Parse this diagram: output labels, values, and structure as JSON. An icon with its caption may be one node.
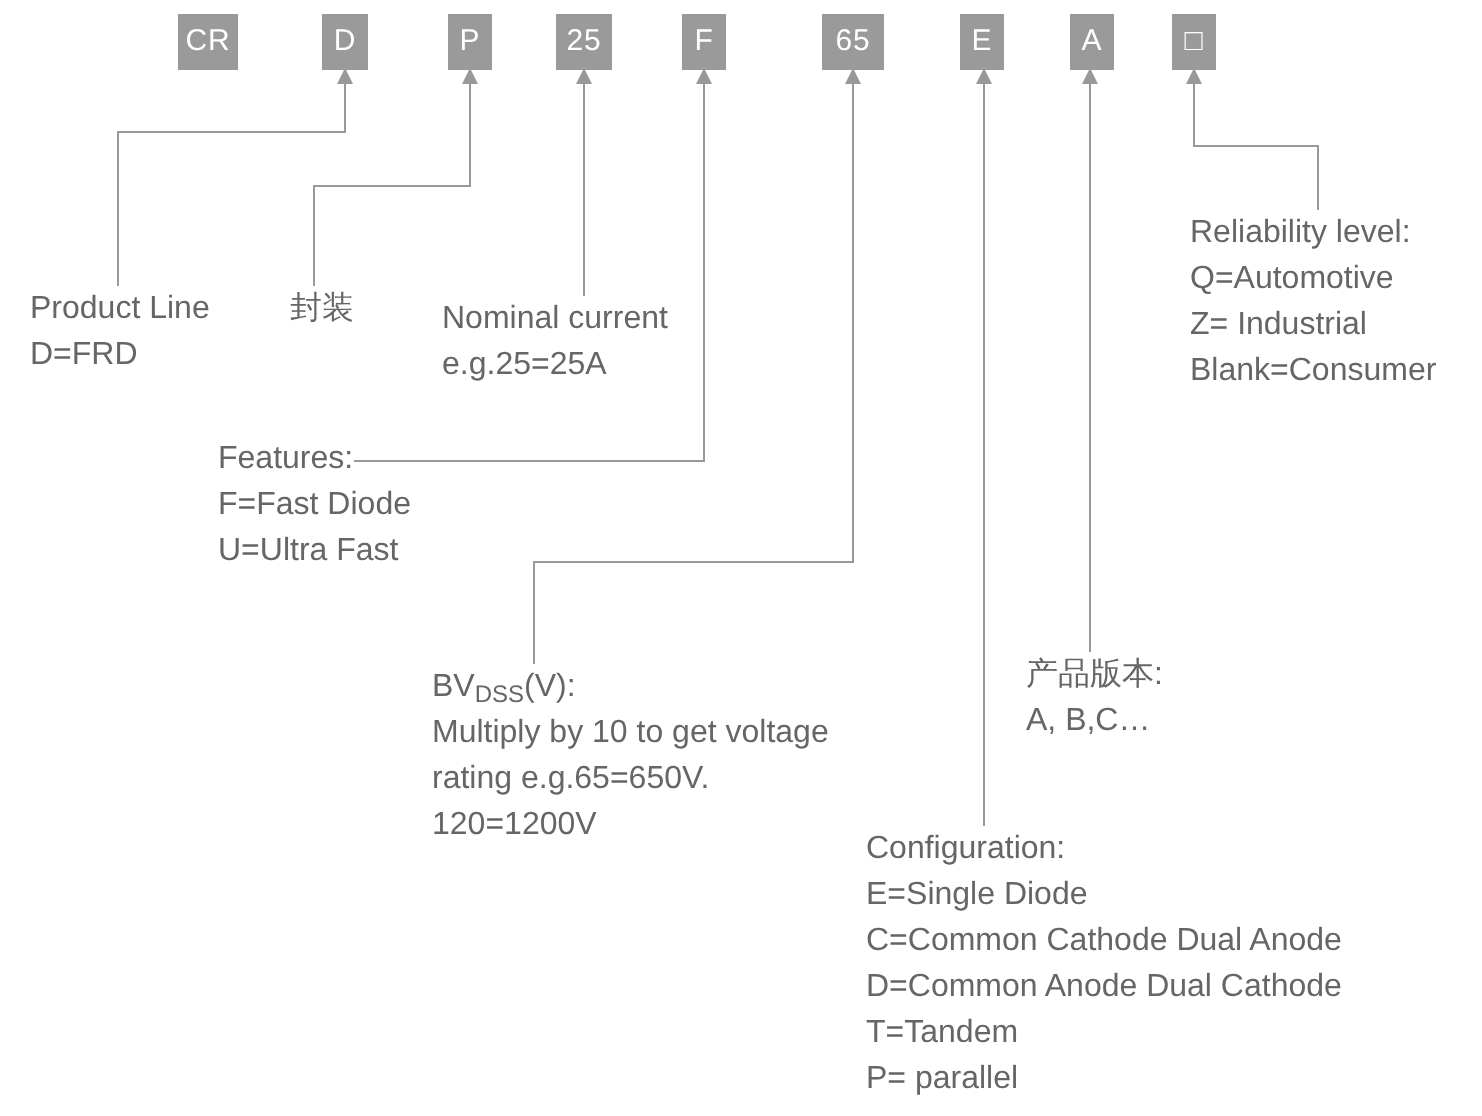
{
  "diagram": {
    "nodes": [
      {
        "text": [
          "CR"
        ]
      },
      {
        "text": [
          "D"
        ]
      },
      {
        "text": [
          "P"
        ]
      },
      {
        "text": [
          "25"
        ]
      },
      {
        "text": [
          "F"
        ]
      },
      {
        "text": [
          "65"
        ]
      },
      {
        "text": [
          "E"
        ]
      },
      {
        "text": [
          "A"
        ]
      },
      {
        "text": [
          "□"
        ]
      },
      {
        "text": [
          "Product Line",
          "D=FRD"
        ]
      },
      {
        "text": [
          "封装"
        ]
      },
      {
        "text": [
          "Nominal current",
          "e.g.25=25A"
        ]
      },
      {
        "text": [
          "Features:",
          "F=Fast Diode",
          "U=Ultra Fast"
        ]
      },
      {
        "text": [
          "BV$_{DSS}$(V):",
          "Multiply by 10 to get voltage rating e.g.65=650V.",
          "120=1200V"
        ]
      },
      {
        "text": [
          "产品版本:",
          "A, B,C…"
        ]
      },
      {
        "text": [
          "Configuration:",
          "E=Single Diode",
          "C=Common Cathode Dual Anode",
          "D=Common Anode Dual Cathode",
          "T=Tandem",
          "P= parallel"
        ]
      },
      {
        "text": [
          "Reliability level:",
          "Q=Automotive",
          "Z= Industrial",
          "Blank=Consumer"
        ]
      }
    ],
    "edges": [
      {
        "from": 9,
        "to": 1,
        "arrow": "to"
      },
      {
        "from": 10,
        "to": 2,
        "arrow": "to"
      },
      {
        "from": 11,
        "to": 3,
        "arrow": "to"
      },
      {
        "from": 12,
        "to": 4,
        "arrow": "to"
      },
      {
        "from": 13,
        "to": 5,
        "arrow": "to"
      },
      {
        "from": 14,
        "to": 7,
        "arrow": "to"
      },
      {
        "from": 15,
        "to": 6,
        "arrow": "to"
      },
      {
        "from": 16,
        "to": 8,
        "arrow": "to"
      }
    ]
  }
}
